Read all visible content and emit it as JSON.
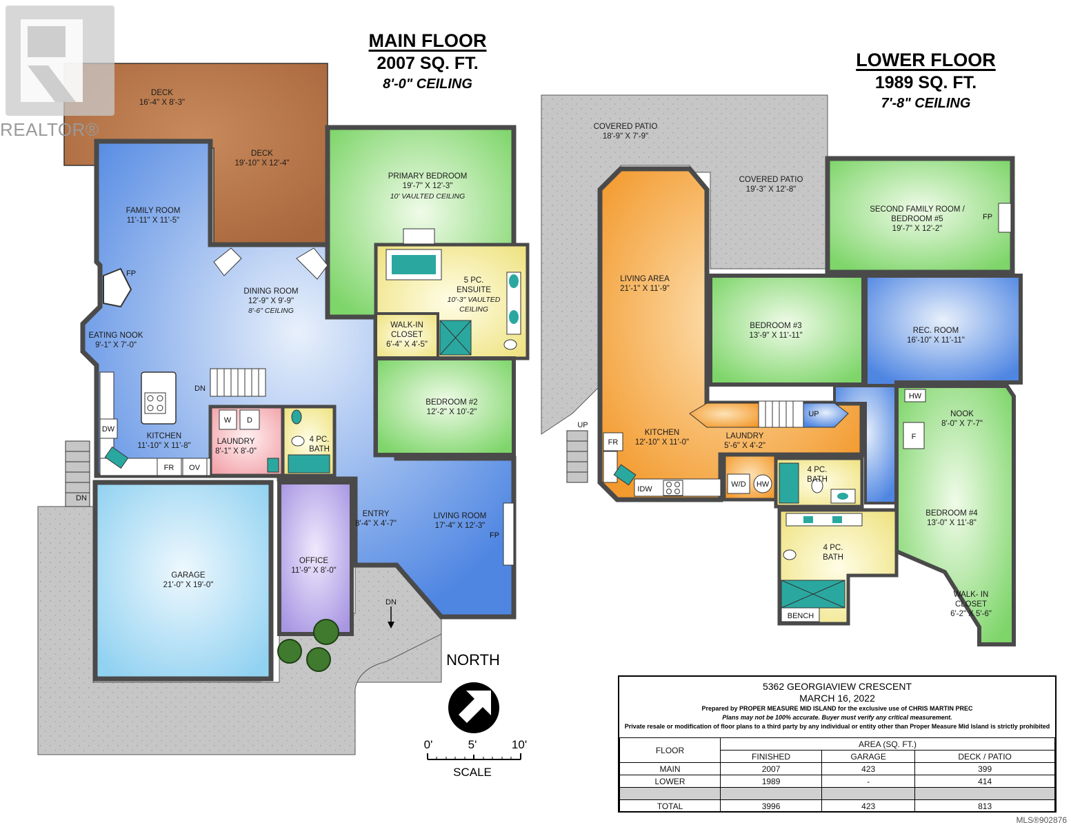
{
  "watermark": {
    "brand": "REALTOR®"
  },
  "main_floor": {
    "title": "MAIN FLOOR",
    "area": "2007 SQ. FT.",
    "ceiling": "8'-0\" CEILING"
  },
  "lower_floor": {
    "title": "LOWER FLOOR",
    "area": "1989 SQ. FT.",
    "ceiling": "7'-8\" CEILING"
  },
  "rooms": {
    "deck1": {
      "name": "DECK",
      "dim": "16'-4\" X 8'-3\""
    },
    "deck2": {
      "name": "DECK",
      "dim": "19'-10\" X 12'-4\""
    },
    "family_room": {
      "name": "FAMILY ROOM",
      "dim": "11'-11\" X 11'-5\""
    },
    "primary_bedroom": {
      "name": "PRIMARY BEDROOM",
      "dim": "19'-7\" X 12'-3\"",
      "note": "10' VAULTED CEILING"
    },
    "dining_room": {
      "name": "DINING ROOM",
      "dim": "12'-9\" X 9'-9\"",
      "note": "8'-6\" CEILING"
    },
    "ensuite": {
      "name": "5 PC.",
      "name2": "ENSUITE",
      "note": "10'-3\" VAULTED",
      "note2": "CEILING"
    },
    "walkin_closet": {
      "name": "WALK-IN",
      "name2": "CLOSET",
      "dim": "6'-4\" X 4'-5\""
    },
    "eating_nook": {
      "name": "EATING NOOK",
      "dim": "9'-1\" X 7'-0\""
    },
    "bedroom2": {
      "name": "BEDROOM #2",
      "dim": "12'-2\" X 10'-2\""
    },
    "kitchen_main": {
      "name": "KITCHEN",
      "dim": "11'-10\" X 11'-8\""
    },
    "laundry_main": {
      "name": "LAUNDRY",
      "dim": "8'-1\" X 8'-0\""
    },
    "bath_main": {
      "name": "4 PC.",
      "name2": "BATH"
    },
    "entry": {
      "name": "ENTRY",
      "dim": "8'-4\" X 4'-7\""
    },
    "living_room": {
      "name": "LIVING ROOM",
      "dim": "17'-4\" X 12'-3\""
    },
    "office": {
      "name": "OFFICE",
      "dim": "11'-9\" X 8'-0\""
    },
    "garage": {
      "name": "GARAGE",
      "dim": "21'-0\" X 19'-0\""
    },
    "covered_patio1": {
      "name": "COVERED PATIO",
      "dim": "18'-9\" X 7'-9\""
    },
    "covered_patio2": {
      "name": "COVERED PATIO",
      "dim": "19'-3\" X 12'-8\""
    },
    "second_family": {
      "name": "SECOND FAMILY ROOM /",
      "name2": "BEDROOM #5",
      "dim": "19'-7\" X 12'-2\""
    },
    "living_area": {
      "name": "LIVING AREA",
      "dim": "21'-1\" X 11'-9\""
    },
    "bedroom3": {
      "name": "BEDROOM #3",
      "dim": "13'-9\" X 11'-11\""
    },
    "rec_room": {
      "name": "REC. ROOM",
      "dim": "16'-10\" X 11'-11\""
    },
    "kitchen_lower": {
      "name": "KITCHEN",
      "dim": "12'-10\" X 11'-0\""
    },
    "laundry_lower": {
      "name": "LAUNDRY",
      "dim": "5'-6\" X 4'-2\""
    },
    "nook": {
      "name": "NOOK",
      "dim": "8'-0\" X 7'-7\""
    },
    "bath_lower1": {
      "name": "4 PC.",
      "name2": "BATH"
    },
    "bath_lower2": {
      "name": "4 PC.",
      "name2": "BATH"
    },
    "bedroom4": {
      "name": "BEDROOM #4",
      "dim": "13'-0\" X 11'-8\""
    },
    "walkin_lower": {
      "name": "WALK- IN",
      "name2": "CLOSET",
      "dim": "6'-2\" X 5'-6\""
    }
  },
  "fixtures": {
    "fp": "FP",
    "dn": "DN",
    "up": "UP",
    "dw": "DW",
    "fr": "FR",
    "ov": "OV",
    "w": "W",
    "d": "D",
    "hw": "HW",
    "f": "F",
    "wd": "W/D",
    "bench": "BENCH",
    "idw": "IDW"
  },
  "north": {
    "label": "NORTH"
  },
  "scale": {
    "t0": "0'",
    "t5": "5'",
    "t10": "10'",
    "label": "SCALE"
  },
  "info": {
    "address": "5362 GEORGIAVIEW CRESCENT",
    "date": "MARCH 16, 2022",
    "prepared": "Prepared by PROPER MEASURE MID ISLAND for the exclusive use of CHRIS MARTIN PREC",
    "disclaimer": "Plans may not be 100% accurate.  Buyer must verify any critical measurement.",
    "resale": "Private resale  or modification of floor plans to a third party by any individual or entity other than Proper Measure Mid Island is strictly prohibited"
  },
  "area_table": {
    "floor_header": "FLOOR",
    "area_header": "AREA (SQ. FT.)",
    "columns": [
      "FINISHED",
      "GARAGE",
      "DECK / PATIO"
    ],
    "rows": [
      {
        "floor": "MAIN",
        "finished": "2007",
        "garage": "423",
        "deck": "399"
      },
      {
        "floor": "LOWER",
        "finished": "1989",
        "garage": "-",
        "deck": "414"
      }
    ],
    "total": {
      "floor": "TOTAL",
      "finished": "3996",
      "garage": "423",
      "deck": "813"
    }
  },
  "mls": "MLS®902876",
  "colors": {
    "deck": "#b8754a",
    "blue": "#5b8ee6",
    "green": "#8fe07a",
    "yellow": "#f6f0a0",
    "orange": "#f5a440",
    "grey": "#c9c9c9",
    "lavender": "#b9a9e8",
    "pink": "#f4b3b8",
    "garage": "#a9dcf5",
    "wall": "#4a4a4a"
  }
}
